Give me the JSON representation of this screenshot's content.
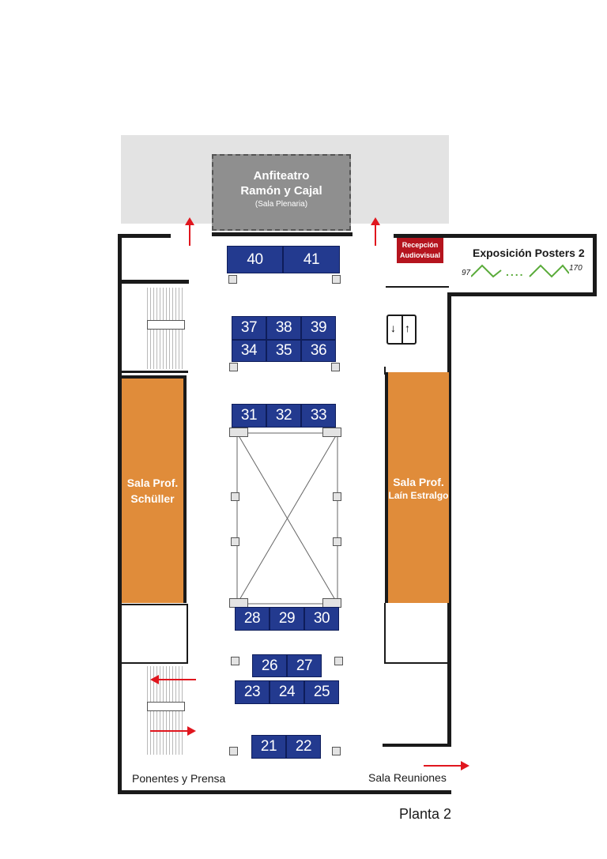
{
  "floor_label": "Planta 2",
  "plenary": {
    "line1": "Anfiteatro",
    "line2": "Ramón y Cajal",
    "line3": "(Sala Plenaria)"
  },
  "reception": {
    "line1": "Recepción",
    "line2": "Audiovisual"
  },
  "posters": {
    "title": "Exposición Posters 2",
    "start": "97",
    "end": "170",
    "dots": "....",
    "line_color": "#5aab3a"
  },
  "rooms": {
    "left": {
      "line1": "Sala Prof.",
      "line2": "Schüller"
    },
    "right": {
      "line1": "Sala Prof.",
      "line2": "Laín Estralgo"
    }
  },
  "bottom": {
    "left": "Ponentes y Prensa",
    "right": "Sala Reuniones"
  },
  "booths": {
    "b40": "40",
    "b41": "41",
    "b37": "37",
    "b38": "38",
    "b39": "39",
    "b34": "34",
    "b35": "35",
    "b36": "36",
    "b31": "31",
    "b32": "32",
    "b33": "33",
    "b28": "28",
    "b29": "29",
    "b30": "30",
    "b26": "26",
    "b27": "27",
    "b23": "23",
    "b24": "24",
    "b25": "25",
    "b21": "21",
    "b22": "22"
  },
  "colors": {
    "booth": "#233a8f",
    "room": "#e08c3a",
    "reception": "#b5141e",
    "arrow": "#e0161e",
    "plenary": "#8f8f8f",
    "lobby": "#e3e3e3"
  },
  "icons": {
    "elevator": "elevator-icon"
  }
}
